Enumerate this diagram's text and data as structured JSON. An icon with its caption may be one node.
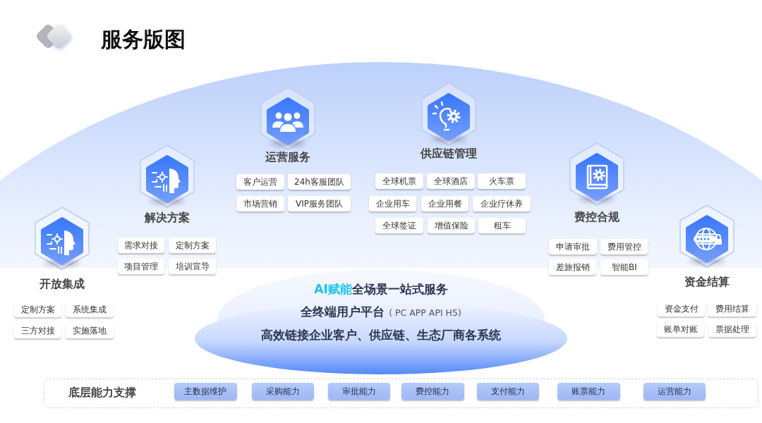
{
  "diagram": {
    "title": "服务版图",
    "nodes": [
      {
        "text": [
          "开放集成"
        ]
      },
      {
        "text": [
          "定制方案"
        ]
      },
      {
        "text": [
          "系统集成"
        ]
      },
      {
        "text": [
          "三方对接"
        ]
      },
      {
        "text": [
          "实施落地"
        ]
      },
      {
        "text": [
          "解决方案"
        ]
      },
      {
        "text": [
          "需求对接"
        ]
      },
      {
        "text": [
          "定制方案"
        ]
      },
      {
        "text": [
          "项目管理"
        ]
      },
      {
        "text": [
          "培训宣导"
        ]
      },
      {
        "text": [
          "运营服务"
        ]
      },
      {
        "text": [
          "客户运营"
        ]
      },
      {
        "text": [
          "24h客服团队"
        ]
      },
      {
        "text": [
          "市场营销"
        ]
      },
      {
        "text": [
          "VIP服务团队"
        ]
      },
      {
        "text": [
          "供应链管理"
        ]
      },
      {
        "text": [
          "全球机票"
        ]
      },
      {
        "text": [
          "全球酒店"
        ]
      },
      {
        "text": [
          "火车票"
        ]
      },
      {
        "text": [
          "企业用车"
        ]
      },
      {
        "text": [
          "企业用餐"
        ]
      },
      {
        "text": [
          "企业疗休养"
        ]
      },
      {
        "text": [
          "全球签证"
        ]
      },
      {
        "text": [
          "增值保险"
        ]
      },
      {
        "text": [
          "租车"
        ]
      },
      {
        "text": [
          "费控合规"
        ]
      },
      {
        "text": [
          "申请审批"
        ]
      },
      {
        "text": [
          "费用管控"
        ]
      },
      {
        "text": [
          "差旅报销"
        ]
      },
      {
        "text": [
          "智能BI"
        ]
      },
      {
        "text": [
          "资金结算"
        ]
      },
      {
        "text": [
          "资金支付"
        ]
      },
      {
        "text": [
          "费用结算"
        ]
      },
      {
        "text": [
          "账单对账"
        ]
      },
      {
        "text": [
          "票据处理"
        ]
      },
      {
        "text": [
          "**AI赋能**全场景一站式服务",
          "全终端用户平台",
          "( PC APP API H5)",
          "高效链接企业客户、供应链、生态厂商各系统"
        ]
      },
      {
        "text": [
          "底层能力支撑"
        ]
      },
      {
        "text": [
          "主数据维护"
        ],
        "in": 36
      },
      {
        "text": [
          "采购能力"
        ],
        "in": 36
      },
      {
        "text": [
          "审批能力"
        ],
        "in": 36
      },
      {
        "text": [
          "费控能力"
        ],
        "in": 36
      },
      {
        "text": [
          "支付能力"
        ],
        "in": 36
      },
      {
        "text": [
          "账票能力"
        ],
        "in": 36
      },
      {
        "text": [
          "运营能力"
        ],
        "in": 36
      }
    ]
  }
}
